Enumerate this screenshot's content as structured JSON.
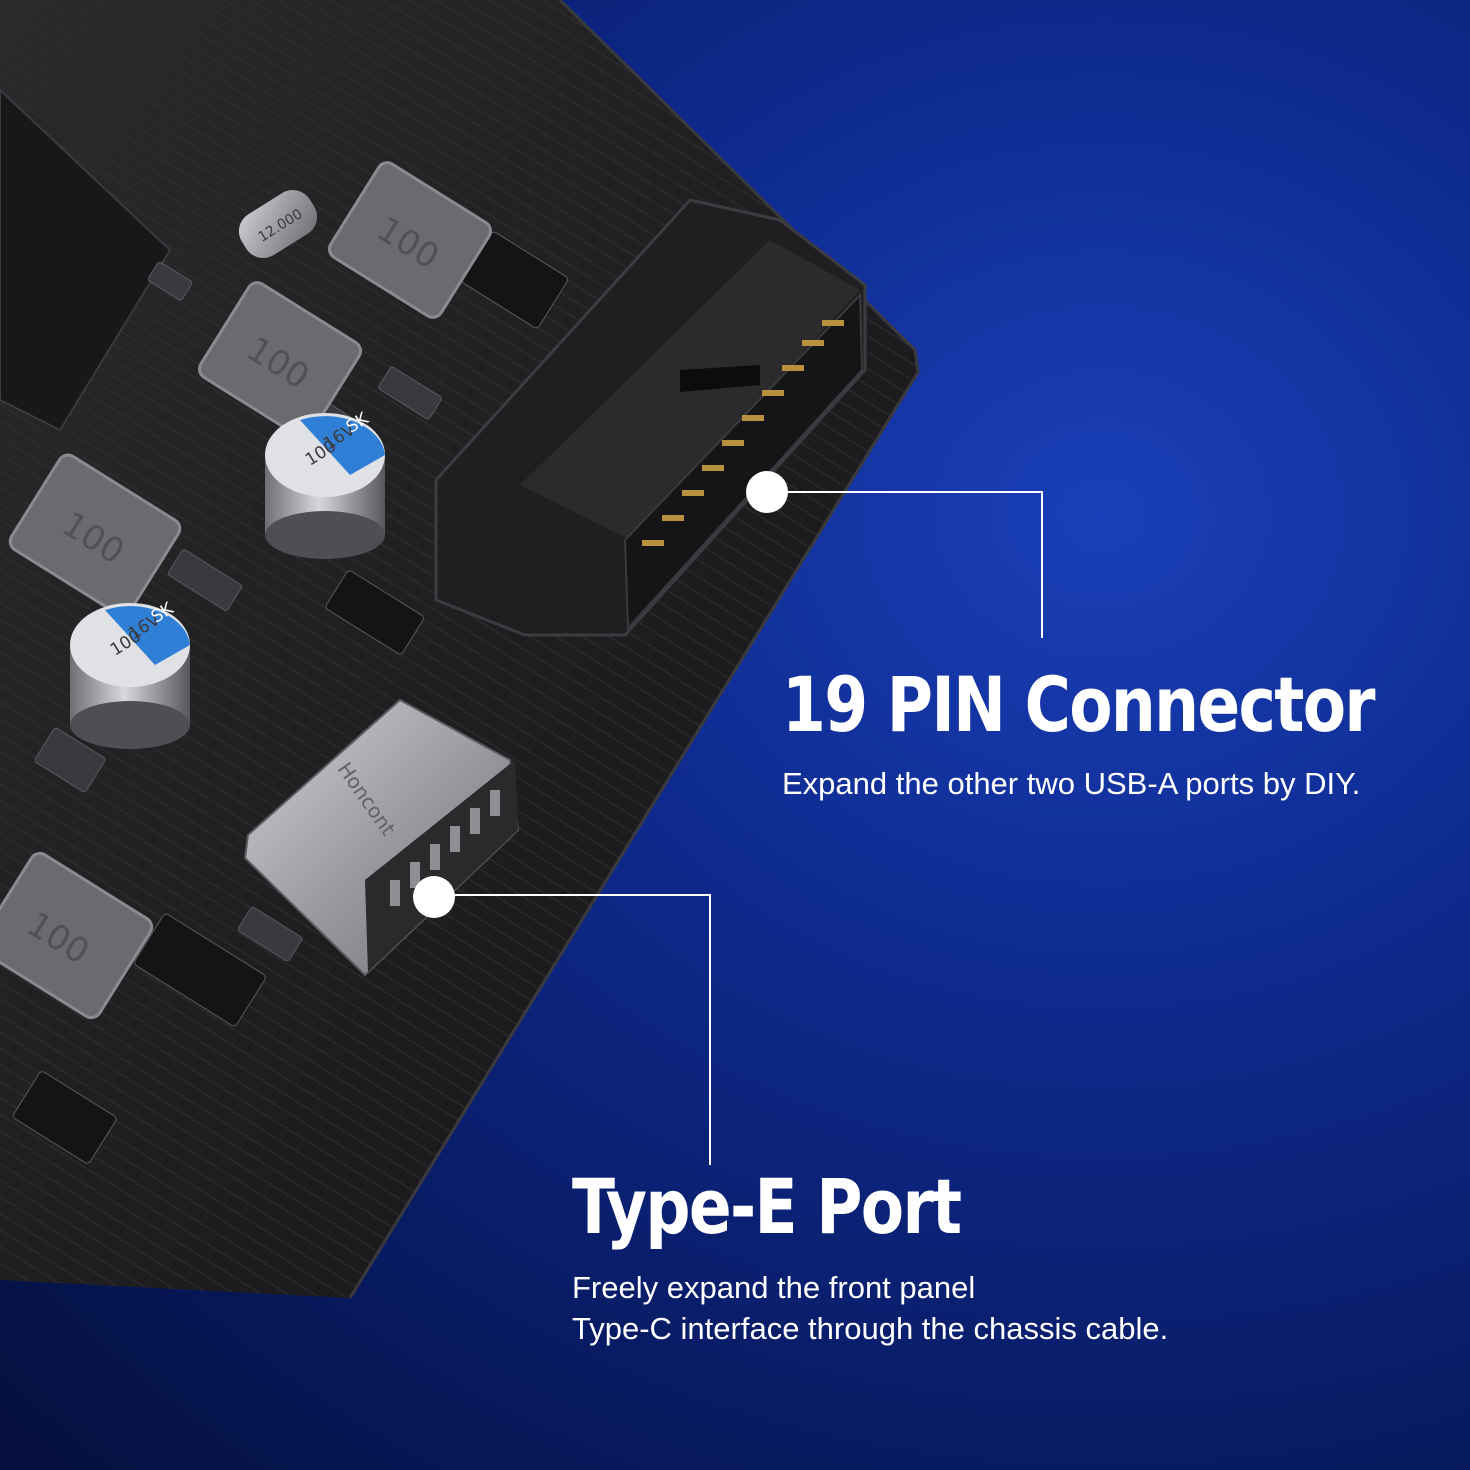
{
  "callouts": {
    "pin_connector": {
      "title": "19 PIN Connector",
      "description": "Expand the other two USB-A ports by DIY."
    },
    "type_e_port": {
      "title": "Type-E Port",
      "description_line1": "Freely expand the front panel",
      "description_line2": "Type-C interface through the chassis cable."
    }
  },
  "board_markings": {
    "crystal": "12.000",
    "inductor": "100",
    "capacitor_line1": "100",
    "capacitor_line2": "16V",
    "capacitor_line3": "SK",
    "type_e_brand": "Honcont"
  },
  "colors": {
    "background": "#0e2a8e",
    "pcb": "#1c1c1e",
    "connector": "#2a2a2c",
    "accent_white": "#ffffff",
    "capacitor_blue": "#2f7fd6"
  }
}
